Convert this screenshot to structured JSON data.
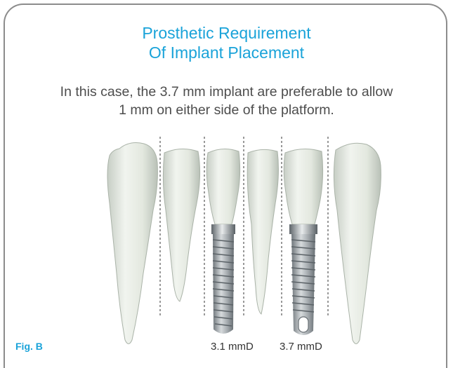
{
  "title": {
    "line1": "Prosthetic Requirement",
    "line2": "Of Implant Placement"
  },
  "description": {
    "line1": "In this case, the 3.7 mm implant are preferable to allow",
    "line2": "1 mm on either side of the platform."
  },
  "figure_label": "Fig. B",
  "implant_labels": {
    "left": "3.1 mmD",
    "right": "3.7 mmD"
  },
  "colors": {
    "title": "#1aa3d9",
    "text": "#4d4d4d",
    "tooth": "#e6ebe3",
    "implant": "#9aa0a5",
    "border": "#8c8c8c"
  }
}
